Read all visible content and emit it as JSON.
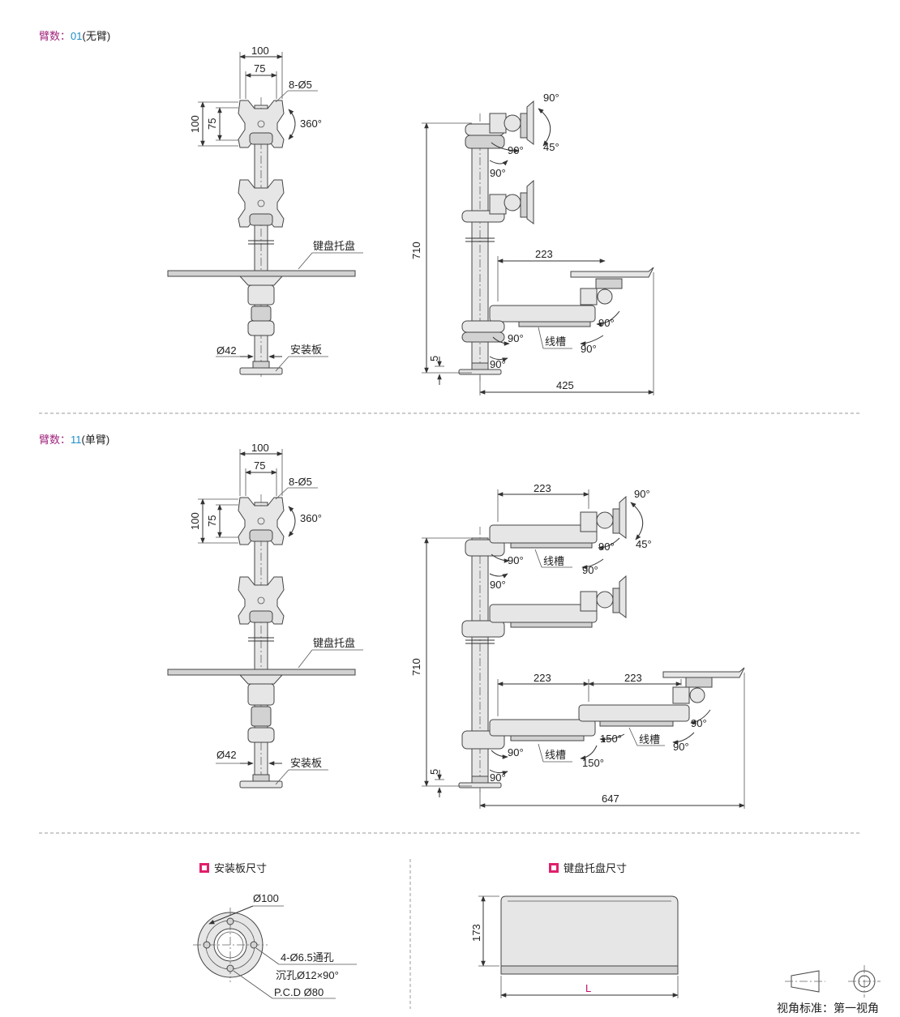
{
  "section1": {
    "label": "臂数：",
    "code": "01",
    "suffix": "(无臂)"
  },
  "section2": {
    "label": "臂数：",
    "code": "11",
    "suffix": "(单臂)"
  },
  "colors": {
    "label": "#a0237c",
    "code": "#1b8ec9",
    "text": "#222222",
    "bullet": "#e0206c"
  },
  "front": {
    "w100": "100",
    "w75": "75",
    "holes": "8-Ø5",
    "h100": "100",
    "h75": "75",
    "rot360": "360°",
    "keyboard": "键盘托盘",
    "dia42": "Ø42",
    "plate": "安装板"
  },
  "side1": {
    "d223": "223",
    "h710": "710",
    "h5": "5",
    "w425": "425",
    "a90_top": "90°",
    "a45": "45°",
    "a90_a": "90°",
    "a90_b": "90°",
    "a90_c": "90°",
    "a90_d": "90°",
    "a90_e": "90°",
    "a90_f": "90°",
    "groove": "线槽"
  },
  "side2": {
    "d223_top": "223",
    "d223_a": "223",
    "d223_b": "223",
    "h710": "710",
    "h5": "5",
    "w647": "647",
    "a90_top": "90°",
    "a45": "45°",
    "a90_a": "90°",
    "a90_b": "90°",
    "a90_c": "90°",
    "a90_d": "90°",
    "a90_e": "90°",
    "a90_f": "90°",
    "a90_g": "90°",
    "a150_a": "150°",
    "a150_b": "150°",
    "groove_a": "线槽",
    "groove_b": "线槽",
    "groove_c": "线槽"
  },
  "plate_detail": {
    "title": "安装板尺寸",
    "dia100": "Ø100",
    "holes": "4-Ø6.5通孔",
    "counterbore": "沉孔Ø12×90°",
    "pcd": "P.C.D Ø80"
  },
  "tray_detail": {
    "title": "键盘托盘尺寸",
    "h173": "173",
    "length": "L"
  },
  "projection": {
    "label": "视角标准：第一视角"
  }
}
